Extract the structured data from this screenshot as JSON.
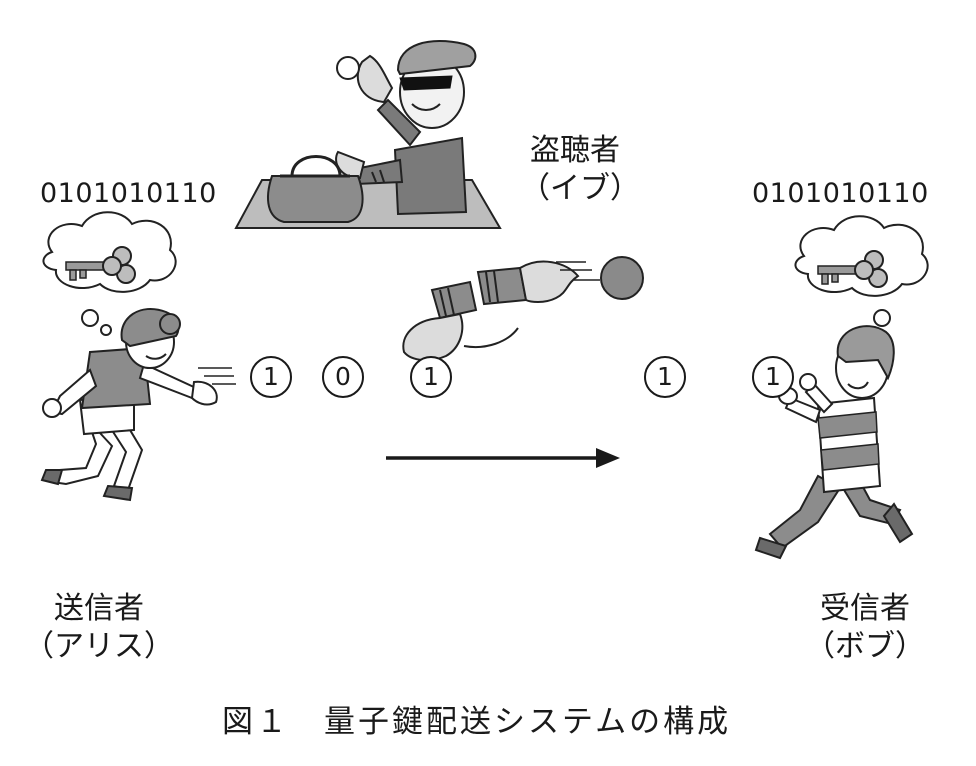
{
  "sender": {
    "bits": "0101010110",
    "role": "送信者",
    "name": "（アリス）"
  },
  "receiver": {
    "bits": "0101010110",
    "role": "受信者",
    "name": "（ボブ）"
  },
  "eavesdropper": {
    "role": "盗聴者",
    "name": "（イブ）"
  },
  "photons": [
    "1",
    "0",
    "1",
    "1",
    "1"
  ],
  "caption": "図１　量子鍵配送システムの構成"
}
